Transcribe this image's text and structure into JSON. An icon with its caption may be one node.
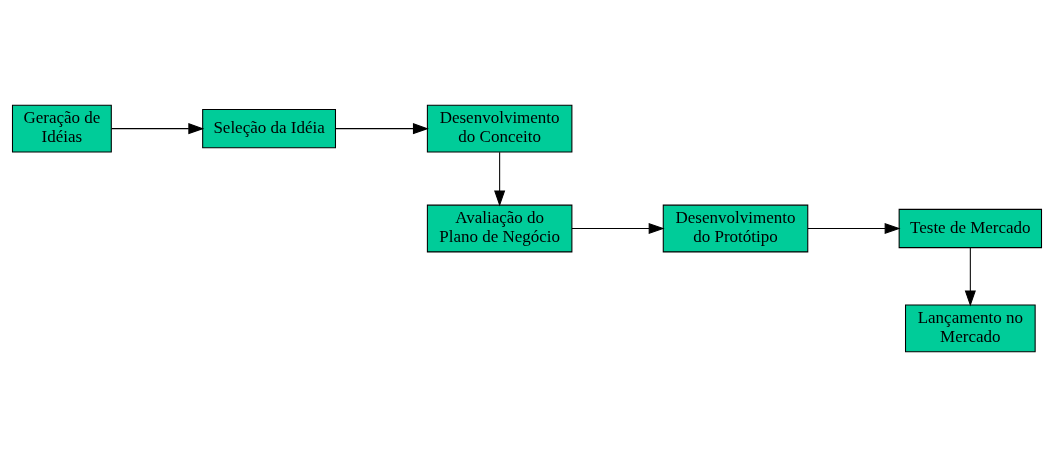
{
  "diagram": {
    "nodes": [
      {
        "text": [
          "Geração de Idéias"
        ]
      },
      {
        "text": [
          "Seleção da Idéia"
        ]
      },
      {
        "text": [
          "Desenvolvimento do Conceito"
        ]
      },
      {
        "text": [
          "Avaliação do Plano de Negócio"
        ]
      },
      {
        "text": [
          "Desenvolvimento do Protótipo"
        ]
      },
      {
        "text": [
          "Teste de Mercado"
        ]
      },
      {
        "text": [
          "Lançamento no Mercado"
        ]
      }
    ],
    "edges": [
      {
        "from": 0,
        "to": 1,
        "arrow": "to"
      },
      {
        "from": 1,
        "to": 2,
        "arrow": "to"
      },
      {
        "from": 2,
        "to": 3,
        "arrow": "to"
      },
      {
        "from": 3,
        "to": 4,
        "arrow": "to"
      },
      {
        "from": 4,
        "to": 5,
        "arrow": "to"
      },
      {
        "from": 5,
        "to": 6,
        "arrow": "to"
      }
    ]
  }
}
